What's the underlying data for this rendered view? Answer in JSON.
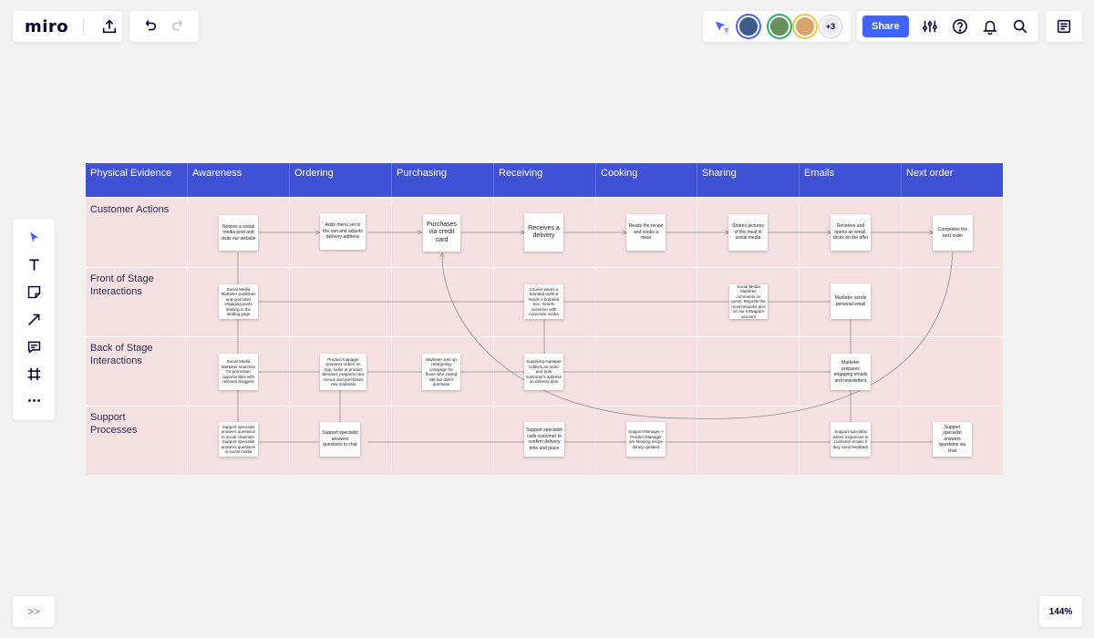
{
  "app": {
    "logo": "miro",
    "share_label": "Share",
    "zoom": "144%",
    "expand": ">>",
    "extra_collaborators": "+3"
  },
  "board": {
    "columns": [
      "Physical Evidence",
      "Awareness",
      "Ordering",
      "Purchasing",
      "Receiving",
      "Cooking",
      "Sharing",
      "Emails",
      "Next order"
    ],
    "lanes": [
      "Customer Actions",
      "Front of Stage Interactions",
      "Back of Stage Interactions",
      "Support Processes"
    ],
    "notes": {
      "ca_awareness": "Notices a social media post and visits our website",
      "ca_ordering": "Adds menu set to the cart and adjusts delivery address",
      "ca_purchasing": "Purchases via credit card",
      "ca_receiving": "Receives a delivery",
      "ca_cooking": "Reads the recipe and cooks a meal",
      "ca_sharing": "Shares pictures of the meal in social media",
      "ca_emails": "Receives and opens an email, clicks on the offer",
      "ca_next": "Completes the next order",
      "fs_awareness": "Social Media Marketer publishes and promotes engaging posts leading to the landing page",
      "fs_receiving": "Courier wears a branded outfit & hands a branded box. Greets customer with corporate media",
      "fs_sharing": "Social Media Marketer comments on posts. Reposts the most beautiful pics on our Instagram account",
      "fs_emails": "Marketer sends personal email",
      "bs_awareness": "Social Media Marketer searches for promotion opportunities with relevant bloggers",
      "bs_ordering": "Product manager prepares orders on App, looks at product demand, prepares new menus and purchases raw materials",
      "bs_purchasing": "Marketer sets up retargeting campaign for those who visited site but didn't purchase",
      "bs_receiving": "Supplying manager collects an order and puts customer's address on delivery plan",
      "bs_emails": "Marketer prepares engaging emails and newsletters",
      "sp_awareness": "Support specialist answers questions in social channels. Support specialist answers questions in social media",
      "sp_ordering": "Support specialist answers questions in chat",
      "sp_receiving": "Support specialist calls customer to confirm delivery time and place",
      "sp_cooking": "Support Manager + Product Manager are keeping recipe library updated",
      "sp_emails": "Support specialist writes responses to customer emails if they send feedback",
      "sp_next": "Support specialist answers questions via chat"
    }
  },
  "colors": {
    "accent": "#4262ff",
    "header": "#3f51d4",
    "lane": "#f5e1e1"
  },
  "icons": [
    "upload-icon",
    "undo-icon",
    "redo-icon",
    "cursor-filter-icon",
    "settings-sliders-icon",
    "help-icon",
    "bell-icon",
    "search-icon",
    "notes-icon",
    "select-icon",
    "text-icon",
    "sticky-note-icon",
    "arrow-icon",
    "comment-icon",
    "frame-icon",
    "more-icon"
  ]
}
